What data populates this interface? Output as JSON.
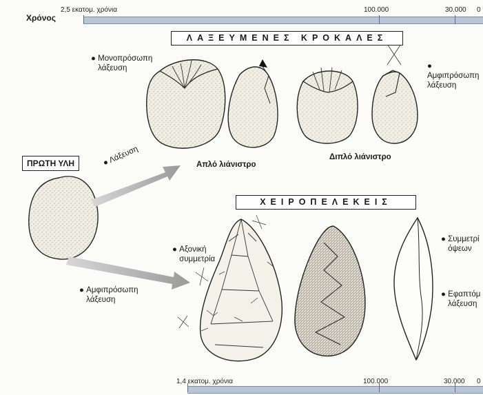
{
  "timeline_top": {
    "axis_label": "Χρόνος",
    "start_label": "2,5 εκατομ. χρόνια",
    "mid_label": "100.000",
    "late_label": "30.000",
    "end_label": "0"
  },
  "timeline_bottom": {
    "start_label": "1,4 εκατομ. χρόνια",
    "mid_label": "100.000",
    "late_label": "30.000",
    "end_label": "0"
  },
  "pebble_tools": {
    "title": "ΛΑΞΕΥΜΕΝΕΣ ΚΡΟΚΑΛΕΣ",
    "unifacial_label": "Μονοπρόσωπη\nλάξευση",
    "bifacial_label": "Αμφιπρόσωπη\nλάξευση",
    "simple_chopper_label": "Απλό λιάνιστρο",
    "double_chopper_label": "Διπλό λιάνιστρο"
  },
  "raw_material": {
    "label": "ΠΡΩΤΗ ΥΛΗ",
    "knapping_arrow_label": "Λάξευση"
  },
  "handaxes": {
    "title": "ΧΕΙΡΟΠΕΛΕΚΕΙΣ",
    "axial_symmetry_label": "Αξονική\nσυμμετρία",
    "bifacial_label": "Αμφιπρόσωπη\nλάξευση",
    "face_symmetry_label": "Συμμετρί\nόψεων",
    "tangent_label": "Εφαπτόμ\nλάξευση"
  }
}
